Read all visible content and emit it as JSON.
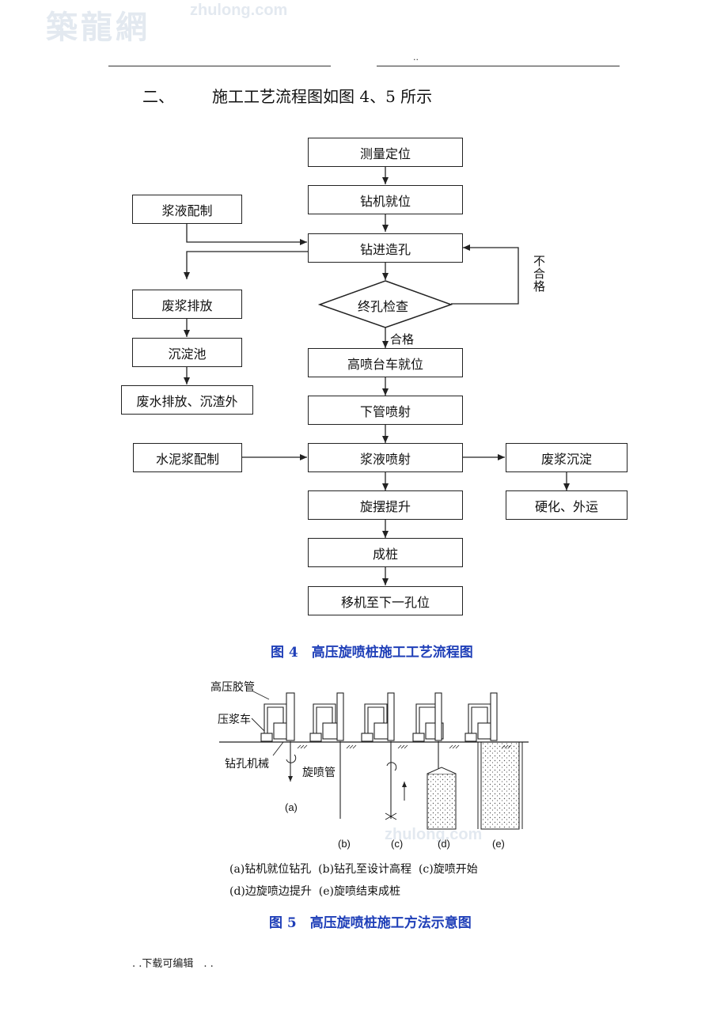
{
  "watermark": {
    "logo": "築龍網",
    "site": "zhulong.com",
    "site2": "zhulong.com"
  },
  "header": {
    "dots": ".."
  },
  "heading": {
    "number": "二、",
    "title": "施工工艺流程图如图 4、5 所示"
  },
  "flowchart": {
    "main_steps": [
      "测量定位",
      "钻机就位",
      "钻进造孔",
      "高喷台车就位",
      "下管喷射",
      "浆液喷射",
      "旋摆提升",
      "成桩",
      "移机至下一孔位"
    ],
    "decision": "终孔检查",
    "fail_label": "不合格",
    "pass_label": "合格",
    "left_slurry": "浆液配制",
    "left_waste": [
      "废浆排放",
      "沉淀池",
      "废水排放、沉渣外"
    ],
    "left_cement": "水泥浆配制",
    "right_waste": [
      "废浆沉淀",
      "硬化、外运"
    ]
  },
  "figure4_caption": "图 4　高压旋喷桩施工工艺流程图",
  "figure5": {
    "labels": {
      "hose": "高压胶管",
      "pump": "压浆车",
      "drill": "钻孔机械",
      "pipe": "旋喷管"
    },
    "stages": [
      "(a)",
      "(b)",
      "(c)",
      "(d)",
      "(e)"
    ],
    "legend_line1": "(a)钻机就位钻孔  (b)钻孔至设计高程  (c)旋喷开始",
    "legend_line2": "(d)边旋喷边提升  (e)旋喷结束成桩"
  },
  "figure5_caption": "图 5　高压旋喷桩施工方法示意图",
  "footer": ". .下载可编辑　. ."
}
